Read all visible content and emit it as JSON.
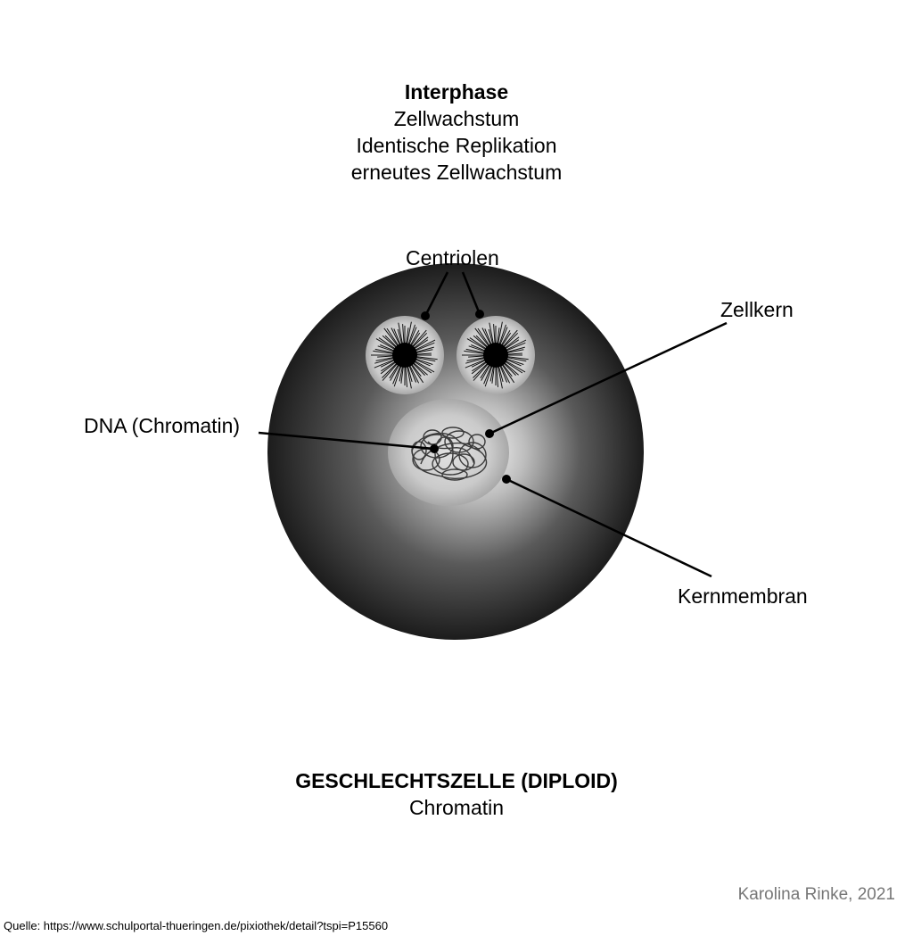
{
  "header": {
    "title": "Interphase",
    "lines": [
      "Zellwachstum",
      "Identische Replikation",
      "erneutes Zellwachstum"
    ]
  },
  "labels": {
    "centriolen": "Centriolen",
    "zellkern": "Zellkern",
    "dna": "DNA (Chromatin)",
    "kernmembran": "Kernmembran"
  },
  "footer": {
    "title": "GESCHLECHTSZELLE (DIPLOID)",
    "subtitle": "Chromatin"
  },
  "credit": "Karolina Rinke, 2021",
  "source": "Quelle: https://www.schulportal-thueringen.de/pixiothek/detail?tspi=P15560",
  "colors": {
    "cell_center": "#f4f4f4",
    "cell_edge": "#1e1e1e",
    "nucleus": "#c9c9c9",
    "centriole_disc": "#cfcfcf",
    "leader_line": "#000000"
  }
}
